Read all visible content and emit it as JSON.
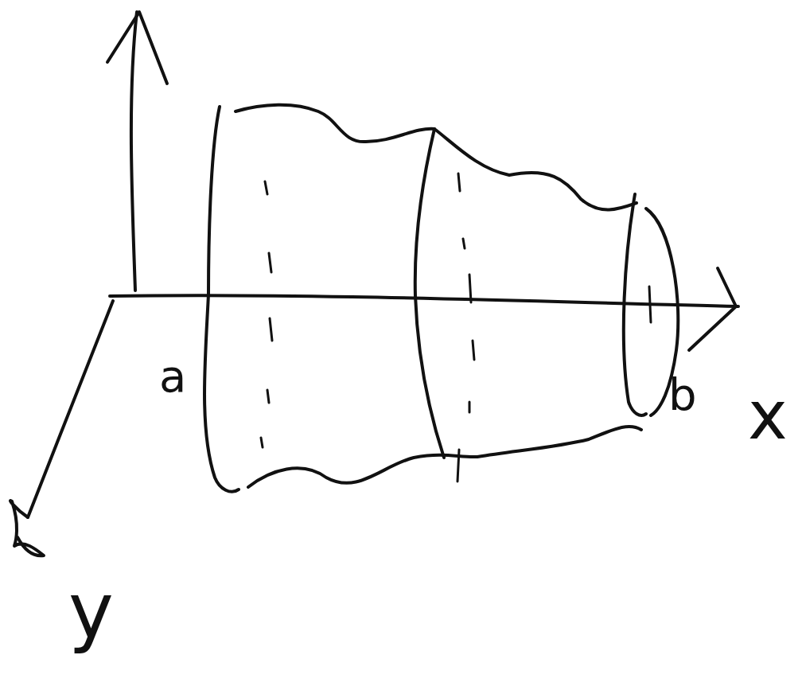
{
  "diagram": {
    "labels": [
      "a",
      "b",
      "x",
      "y"
    ]
  }
}
